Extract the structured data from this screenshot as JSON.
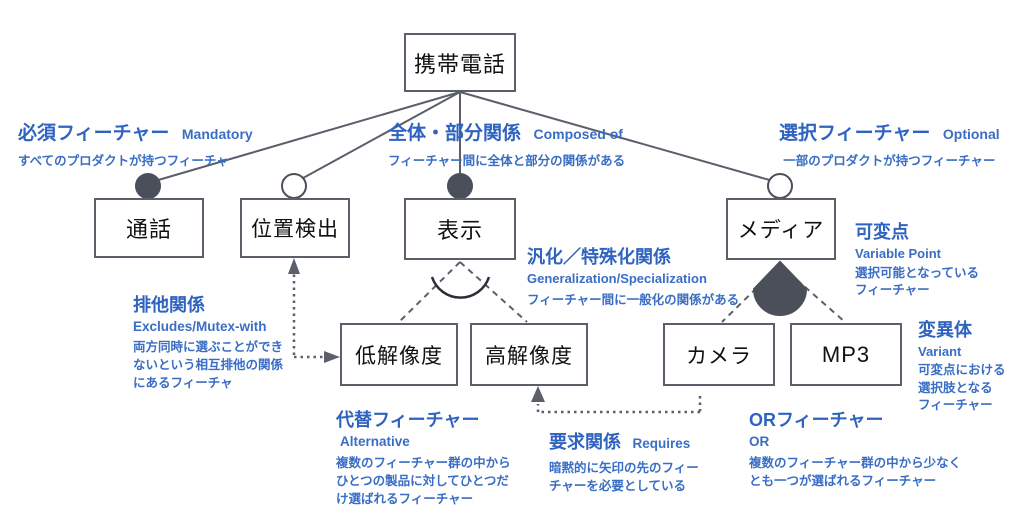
{
  "diagram": {
    "title": "Feature Model Notation Diagram",
    "colors": {
      "box_border": "#5a5f6a",
      "line": "#5a5f6a",
      "marker_fill": "#4a4f59",
      "legend_text": "#2f63c0",
      "background": "#ffffff"
    },
    "nodes": [
      {
        "id": "root",
        "label": "携帯電話",
        "marker": "none"
      },
      {
        "id": "call",
        "label": "通話",
        "marker": "filled-circle"
      },
      {
        "id": "locate",
        "label": "位置検出",
        "marker": "hollow-circle"
      },
      {
        "id": "display",
        "label": "表示",
        "marker": "filled-circle"
      },
      {
        "id": "media",
        "label": "メディア",
        "marker": "hollow-circle"
      },
      {
        "id": "lowres",
        "label": "低解像度",
        "marker": "none"
      },
      {
        "id": "highres",
        "label": "高解像度",
        "marker": "none"
      },
      {
        "id": "camera",
        "label": "カメラ",
        "marker": "none"
      },
      {
        "id": "mp3",
        "label": "MP3",
        "marker": "none"
      }
    ],
    "legends": {
      "mandatory": {
        "title": "必須フィーチャー",
        "en": "Mandatory",
        "desc": [
          "すべてのプロダクトが持つフィーチャ"
        ]
      },
      "composed_of": {
        "title": "全体・部分関係",
        "en": "Composed of",
        "desc": [
          "フィーチャー間に全体と部分の関係がある"
        ]
      },
      "optional": {
        "title": "選択フィーチャー",
        "en": "Optional",
        "desc": [
          "一部のプロダクトが持つフィーチャー"
        ]
      },
      "variable_point": {
        "title": "可変点",
        "en": "Variable Point",
        "desc": [
          "選択可能となっている",
          "フィーチャー"
        ]
      },
      "generalization": {
        "title": "汎化／特殊化関係",
        "en": "Generalization/Specialization",
        "desc": [
          "フィーチャー間に一般化の関係がある"
        ]
      },
      "excludes": {
        "title": "排他関係",
        "en": "Excludes/Mutex-with",
        "desc": [
          "両方同時に選ぶことができ",
          "ないという相互排他の関係",
          "にあるフィーチャ"
        ]
      },
      "variant": {
        "title": "変異体",
        "en": "Variant",
        "desc": [
          "可変点における",
          "選択肢となる",
          "フィーチャー"
        ]
      },
      "alternative": {
        "title": "代替フィーチャー",
        "en": "Alternative",
        "desc": [
          "複数のフィーチャー群の中から",
          "ひとつの製品に対してひとつだ",
          "け選ばれるフィーチャー"
        ]
      },
      "requires": {
        "title": "要求関係",
        "en": "Requires",
        "desc": [
          "暗黙的に矢印の先のフィー",
          "チャーを必要としている"
        ]
      },
      "or_feature": {
        "title": "ORフィーチャー",
        "en": "OR",
        "desc": [
          "複数のフィーチャー群の中から少なく",
          "とも一つが選ばれるフィーチャー"
        ]
      }
    }
  }
}
